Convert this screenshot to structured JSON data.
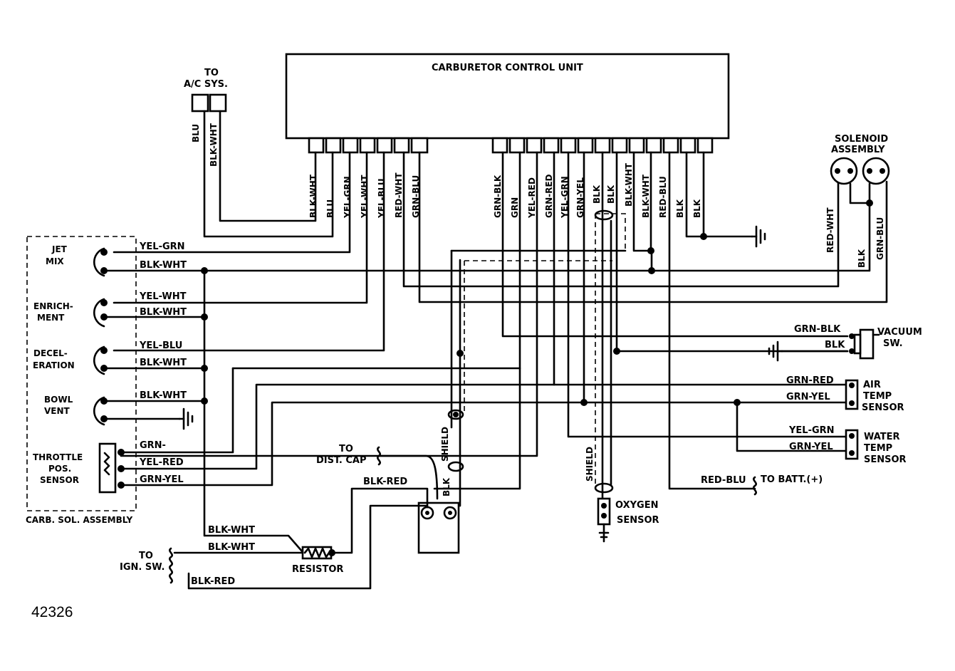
{
  "control_unit": {
    "title": "CARBURETOR CONTROL UNIT"
  },
  "ac": {
    "line1": "TO",
    "line2": "A/C SYS."
  },
  "solenoid_assembly": {
    "line1": "SOLENOID",
    "line2": "ASSEMBLY"
  },
  "carb_sol_assembly": {
    "label": "CARB. SOL. ASSEMBLY",
    "jet_mix": [
      "JET",
      "MIX"
    ],
    "enrichment": [
      "ENRICH-",
      "MENT"
    ],
    "deceleration": [
      "DECEL-",
      "ERATION"
    ],
    "bowl_vent": [
      "BOWL",
      "VENT"
    ],
    "throttle_pos": [
      "THROTTLE",
      "POS.",
      "SENSOR"
    ]
  },
  "wire_labels": {
    "ac_blu": "BLU",
    "ac_blk_wht": "BLK-WHT",
    "left_group": [
      "BLK-WHT",
      "BLU",
      "YEL-GRN",
      "YEL-WHT",
      "YEL-BLU",
      "RED-WHT",
      "GRN-BLU"
    ],
    "right_group": [
      "GRN-BLK",
      "GRN",
      "YEL-RED",
      "GRN-RED",
      "YEL-GRN",
      "GRN-YEL",
      "BLK",
      "BLK",
      "BLK-WHT",
      "BLK-WHT",
      "RED-BLU",
      "BLK",
      "BLK"
    ],
    "solenoid": [
      "RED-WHT",
      "BLK",
      "GRN-BLU"
    ],
    "jet_mix": [
      "YEL-GRN",
      "BLK-WHT"
    ],
    "enrichment": [
      "YEL-WHT",
      "BLK-WHT"
    ],
    "deceleration": [
      "YEL-BLU",
      "BLK-WHT"
    ],
    "bowl_vent": [
      "BLK-WHT"
    ],
    "throttle": [
      "GRN-",
      "YEL-RED",
      "GRN-YEL"
    ],
    "vacuum": [
      "GRN-BLK",
      "BLK"
    ],
    "air_temp": [
      "GRN-RED",
      "GRN-YEL"
    ],
    "water_temp": [
      "YEL-GRN",
      "GRN-YEL"
    ],
    "batt": "RED-BLU",
    "ign_1": "BLK-WHT",
    "ign_2": "BLK-WHT",
    "ign_3": "BLK-RED",
    "blk_red": "BLK-RED",
    "coil_blk": "BLK",
    "shield_1": "SHIELD",
    "shield_2": "SHIELD"
  },
  "components": {
    "vacuum_sw": [
      "VACUUM",
      "SW."
    ],
    "air_temp": [
      "AIR",
      "TEMP",
      "SENSOR"
    ],
    "water_temp": [
      "WATER",
      "TEMP",
      "SENSOR"
    ],
    "batt": "TO BATT.(+)",
    "oxygen": [
      "OXYGEN",
      "SENSOR"
    ],
    "dist_cap": [
      "TO",
      "DIST. CAP"
    ],
    "ign_sw": [
      "TO",
      "IGN. SW."
    ],
    "resistor": "RESISTOR"
  },
  "figure_number": "42326"
}
